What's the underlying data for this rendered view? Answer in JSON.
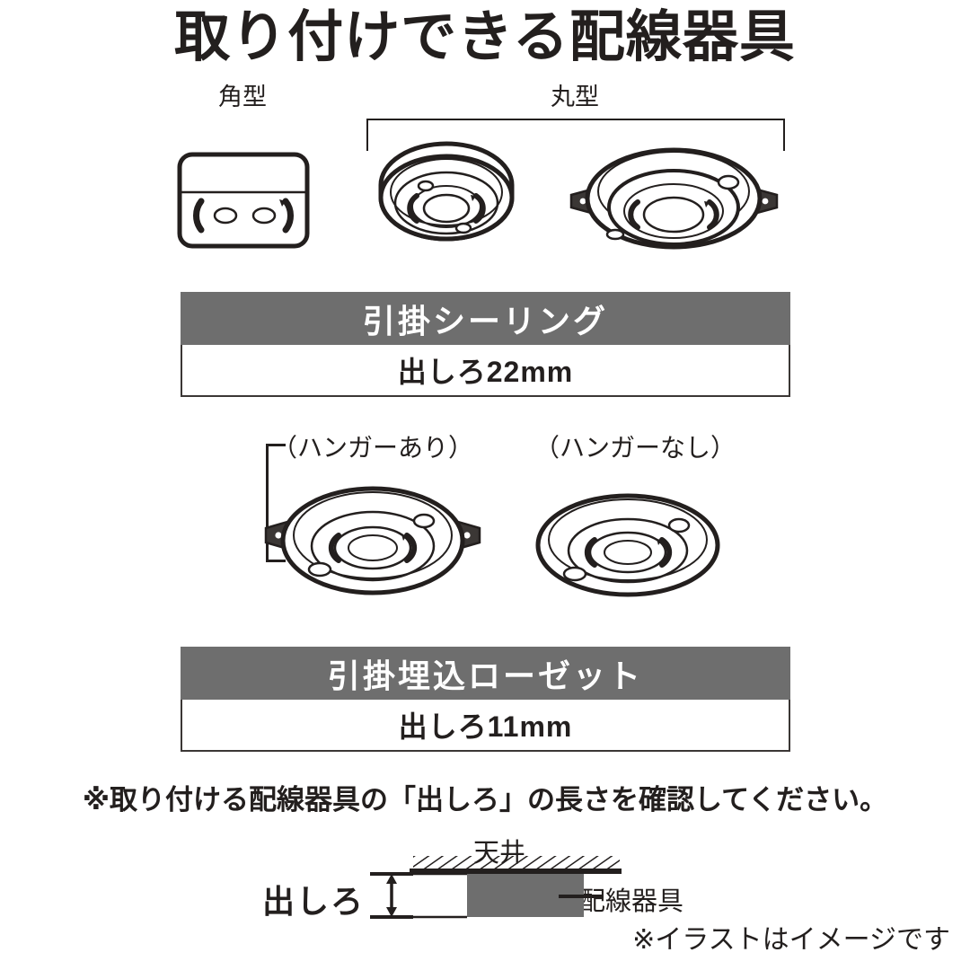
{
  "title": "取り付けできる配線器具",
  "types": {
    "square_label": "角型",
    "round_label": "丸型"
  },
  "fixtures": [
    {
      "name": "square-ceiling-body",
      "type_label": "角型"
    },
    {
      "name": "round-ceiling-small",
      "type_label": "丸型"
    },
    {
      "name": "round-ceiling-large-hanger",
      "type_label": "丸型"
    }
  ],
  "banners": [
    {
      "heading": "引掛シーリング",
      "spec": "出しろ22mm",
      "head_color": "#6e6e6e",
      "text_color": "#ffffff"
    },
    {
      "heading": "引掛埋込ローゼット",
      "spec": "出しろ11mm",
      "head_color": "#6e6e6e",
      "text_color": "#ffffff"
    }
  ],
  "rosette_labels": {
    "with_hanger": "（ハンガーあり）",
    "without_hanger": "（ハンガーなし）"
  },
  "notes": {
    "main": "※取り付ける配線器具の「出しろ」の長さを確認してください。",
    "footer": "※イラストはイメージです"
  },
  "cross_section": {
    "deshiro_label": "出しろ",
    "ceiling_label": "天井",
    "fixture_label": "配線器具",
    "fixture_color": "#6e6e6e",
    "line_color": "#231f1e"
  }
}
